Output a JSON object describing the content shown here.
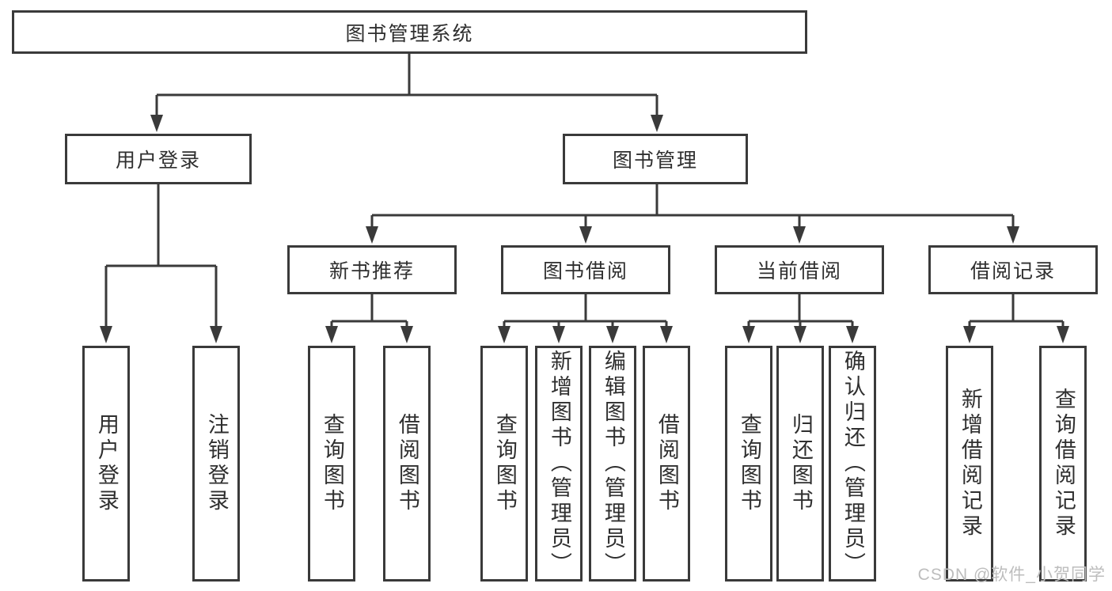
{
  "diagram": {
    "root": {
      "label": "图书管理系统"
    },
    "branches": [
      {
        "label": "用户登录",
        "children": [
          {
            "label": "用户登录"
          },
          {
            "label": "注销登录"
          }
        ]
      },
      {
        "label": "图书管理",
        "children": [
          {
            "label": "新书推荐",
            "children": [
              {
                "label": "查询图书"
              },
              {
                "label": "借阅图书"
              }
            ]
          },
          {
            "label": "图书借阅",
            "children": [
              {
                "label": "查询图书"
              },
              {
                "label": "新增图书（管理员）"
              },
              {
                "label": "编辑图书（管理员）"
              },
              {
                "label": "借阅图书"
              }
            ]
          },
          {
            "label": "当前借阅",
            "children": [
              {
                "label": "查询图书"
              },
              {
                "label": "归还图书"
              },
              {
                "label": "确认归还（管理员）"
              }
            ]
          },
          {
            "label": "借阅记录",
            "children": [
              {
                "label": "新增借阅记录"
              },
              {
                "label": "查询借阅记录"
              }
            ]
          }
        ]
      }
    ]
  },
  "watermark": "CSDN @软件_小贺同学",
  "colors": {
    "line": "#3a3a3a",
    "text": "#2f2f2f",
    "background": "#ffffff",
    "watermark": "#bdbdbd"
  }
}
